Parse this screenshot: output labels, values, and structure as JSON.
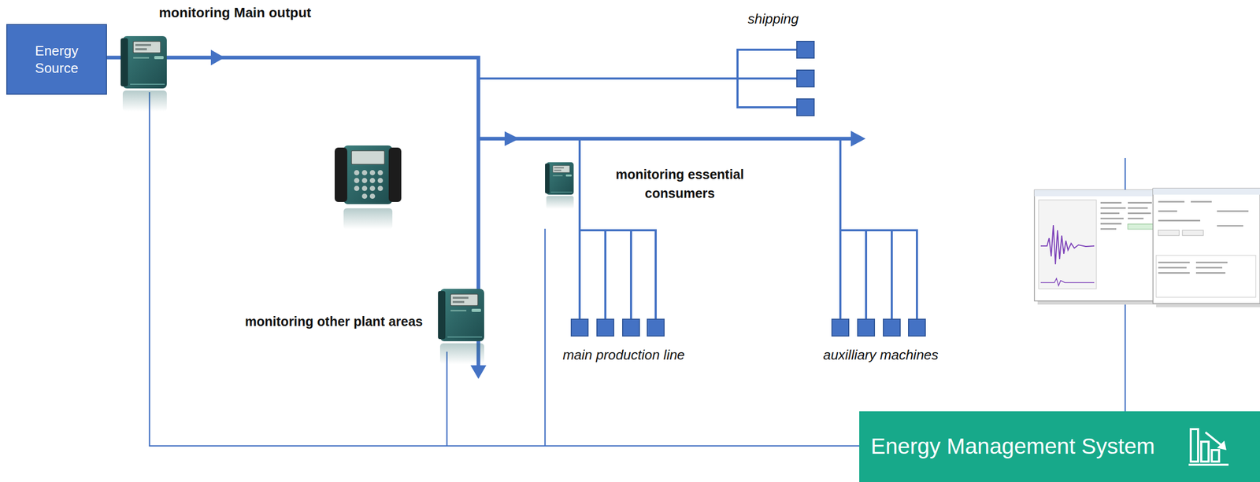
{
  "diagram": {
    "nodes": [
      {
        "text": [
          "Energy Source"
        ]
      },
      {
        "text": [
          "Energy Management System"
        ]
      }
    ],
    "labels": [
      "monitoring Main output",
      "shipping",
      "monitoring essential consumers",
      "monitoring other plant areas",
      "main production line",
      "auxilliary machines"
    ]
  }
}
